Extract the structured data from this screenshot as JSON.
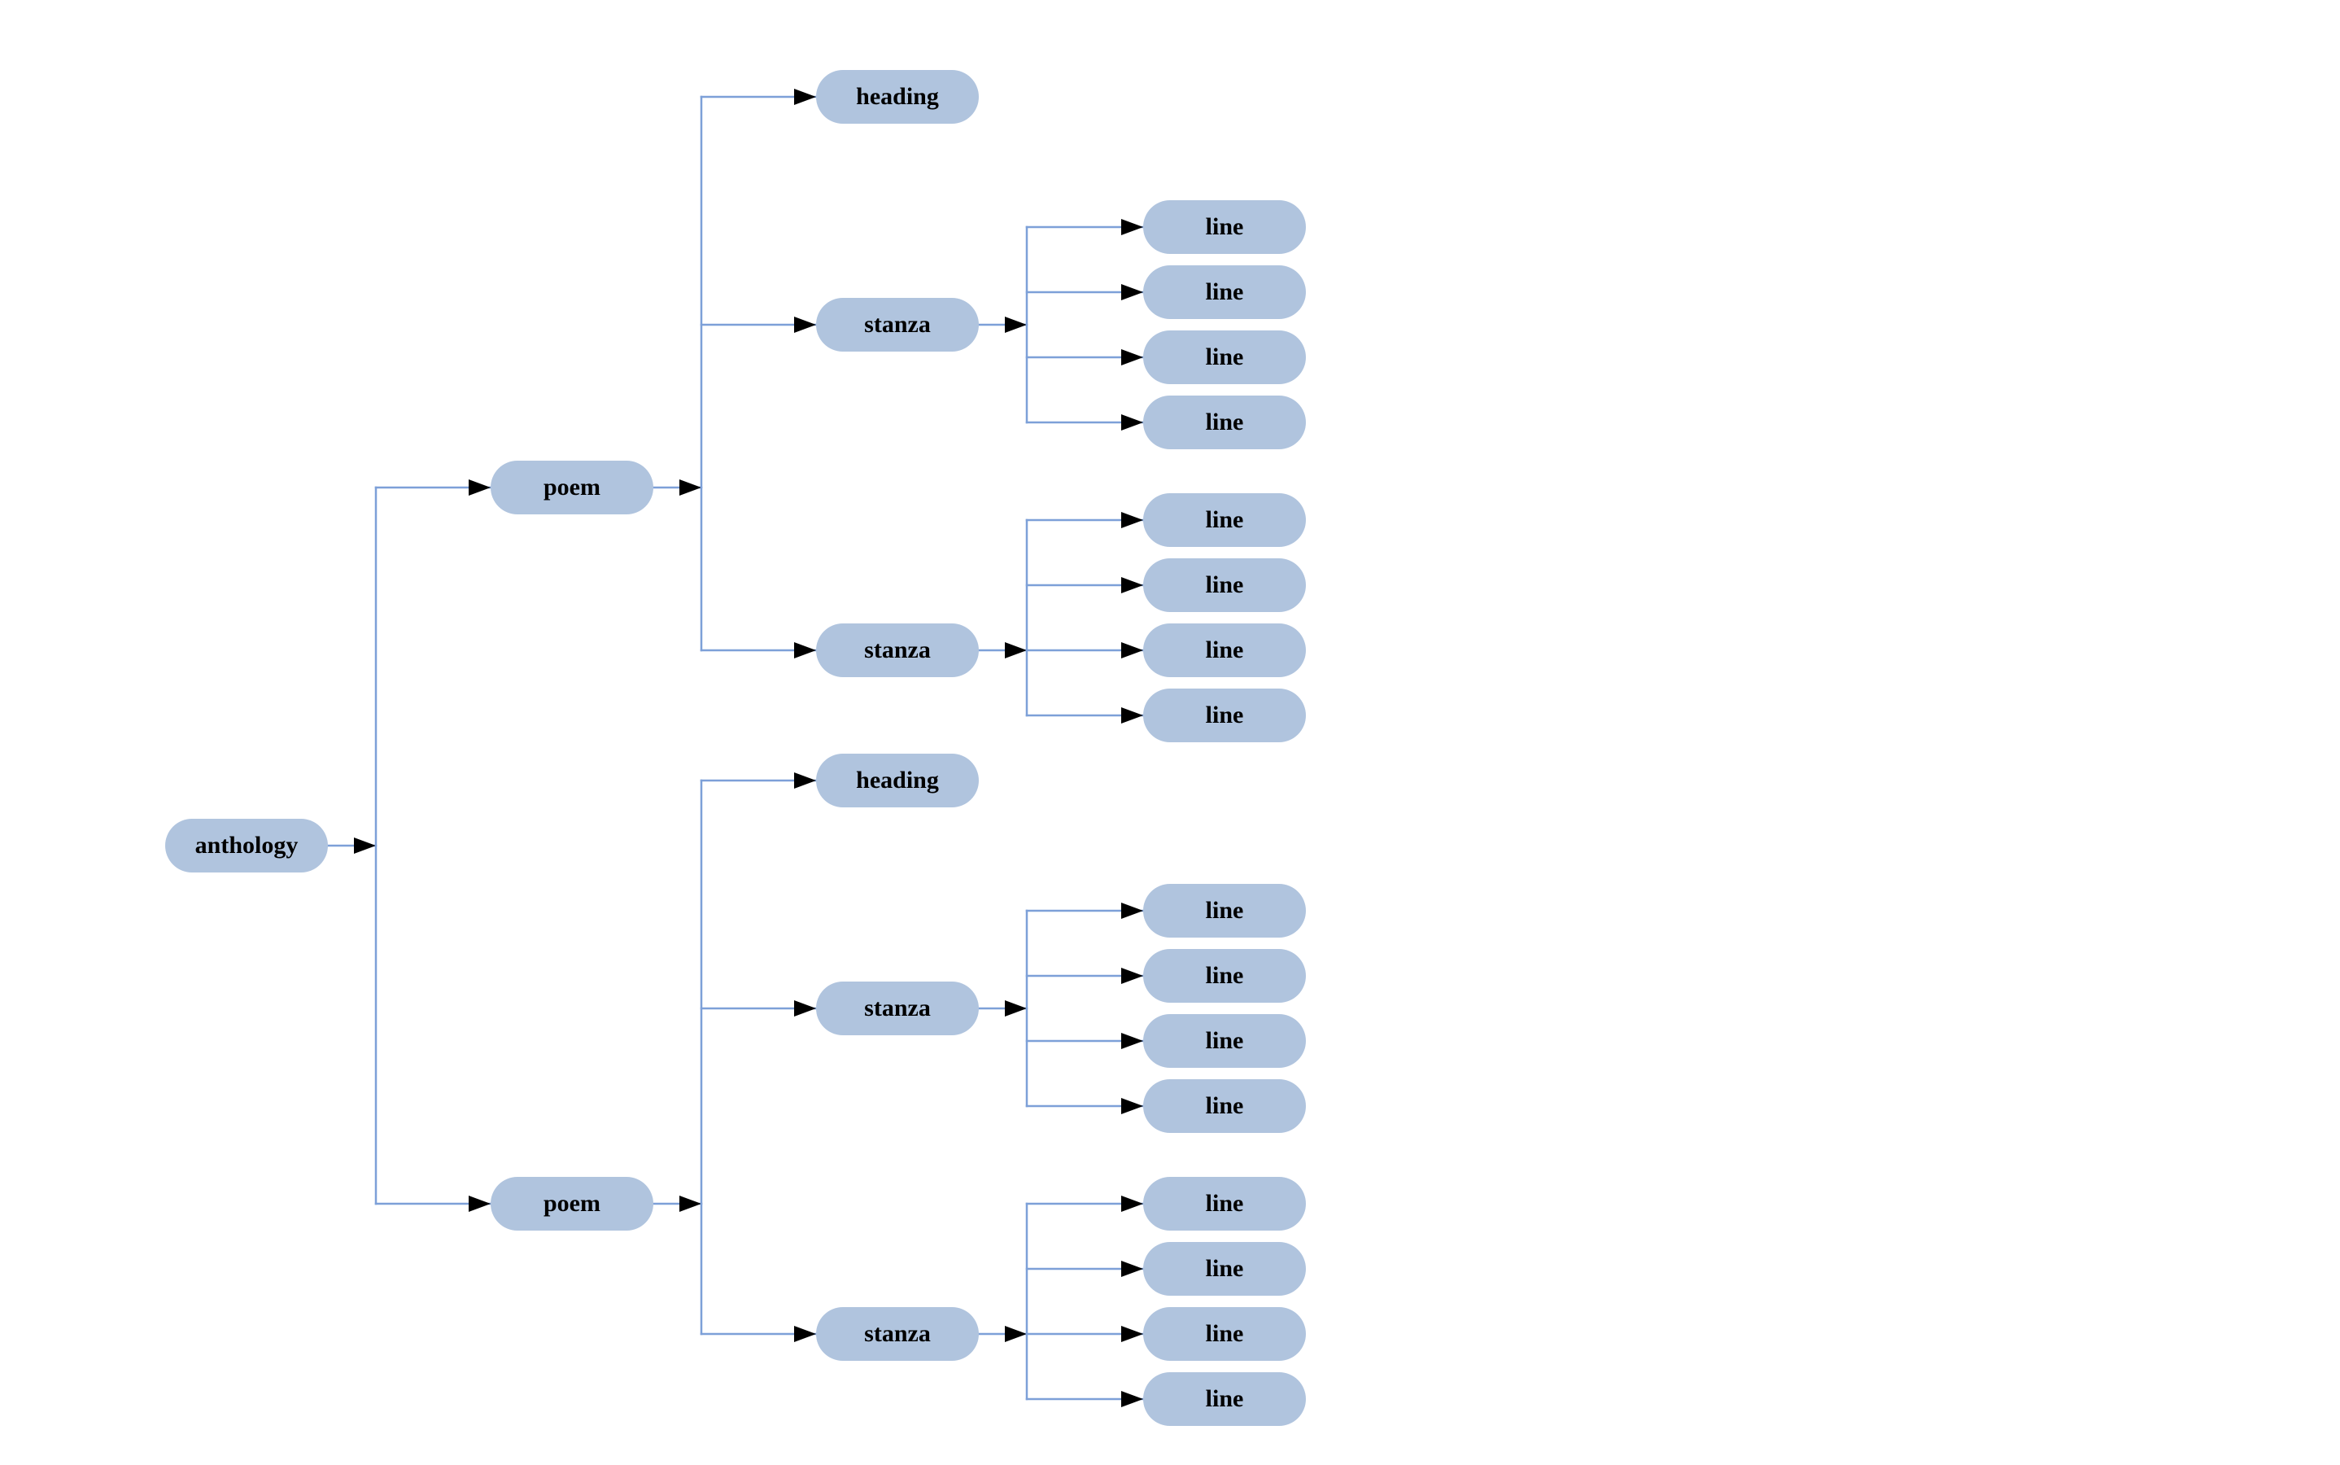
{
  "diagram": {
    "type": "tree",
    "orientation": "left-to-right",
    "colors": {
      "background": "#ffffff",
      "node_fill": "#b0c4de",
      "edge": "#7da0d8",
      "arrowhead": "#000000",
      "text": "#000000"
    },
    "tree": {
      "label": "anthology",
      "children": [
        {
          "label": "poem",
          "children": [
            {
              "label": "heading",
              "children": []
            },
            {
              "label": "stanza",
              "children": [
                {
                  "label": "line",
                  "children": []
                },
                {
                  "label": "line",
                  "children": []
                },
                {
                  "label": "line",
                  "children": []
                },
                {
                  "label": "line",
                  "children": []
                }
              ]
            },
            {
              "label": "stanza",
              "children": [
                {
                  "label": "line",
                  "children": []
                },
                {
                  "label": "line",
                  "children": []
                },
                {
                  "label": "line",
                  "children": []
                },
                {
                  "label": "line",
                  "children": []
                }
              ]
            }
          ]
        },
        {
          "label": "poem",
          "children": [
            {
              "label": "heading",
              "children": []
            },
            {
              "label": "stanza",
              "children": [
                {
                  "label": "line",
                  "children": []
                },
                {
                  "label": "line",
                  "children": []
                },
                {
                  "label": "line",
                  "children": []
                },
                {
                  "label": "line",
                  "children": []
                }
              ]
            },
            {
              "label": "stanza",
              "children": [
                {
                  "label": "line",
                  "children": []
                },
                {
                  "label": "line",
                  "children": []
                },
                {
                  "label": "line",
                  "children": []
                },
                {
                  "label": "line",
                  "children": []
                }
              ]
            }
          ]
        }
      ]
    }
  }
}
